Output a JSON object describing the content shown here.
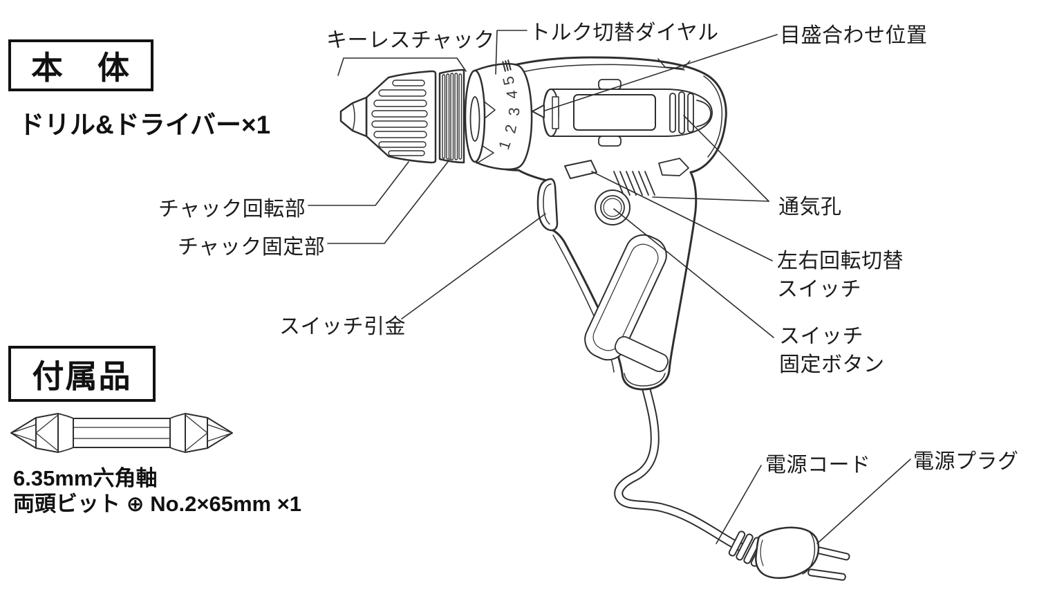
{
  "sections": {
    "main_unit": {
      "header": "本　体",
      "item": "ドリル&ドライバー×1"
    },
    "accessories": {
      "header": "付属品",
      "spec_line1": "6.35mm六角軸",
      "spec_line2": "両頭ビット ⊕ No.2×65mm ×1"
    }
  },
  "labels": {
    "keyless_chuck": "キーレスチャック",
    "torque_dial": "トルク切替ダイヤル",
    "scale_alignment": "目盛合わせ位置",
    "chuck_rotating": "チャック回転部",
    "chuck_fixed": "チャック固定部",
    "switch_trigger": "スイッチ引金",
    "vent_holes": "通気孔",
    "direction_switch_line1": "左右回転切替",
    "direction_switch_line2": "スイッチ",
    "switch_lock_line1": "スイッチ",
    "switch_lock_line2": "固定ボタン",
    "power_cord": "電源コード",
    "power_plug": "電源プラグ"
  },
  "dial": {
    "marks": [
      "1",
      "2",
      "3",
      "4",
      "5"
    ]
  },
  "colors": {
    "ink": "#1c1c1c",
    "line": "#2e2e2e",
    "bg": "#ffffff"
  }
}
